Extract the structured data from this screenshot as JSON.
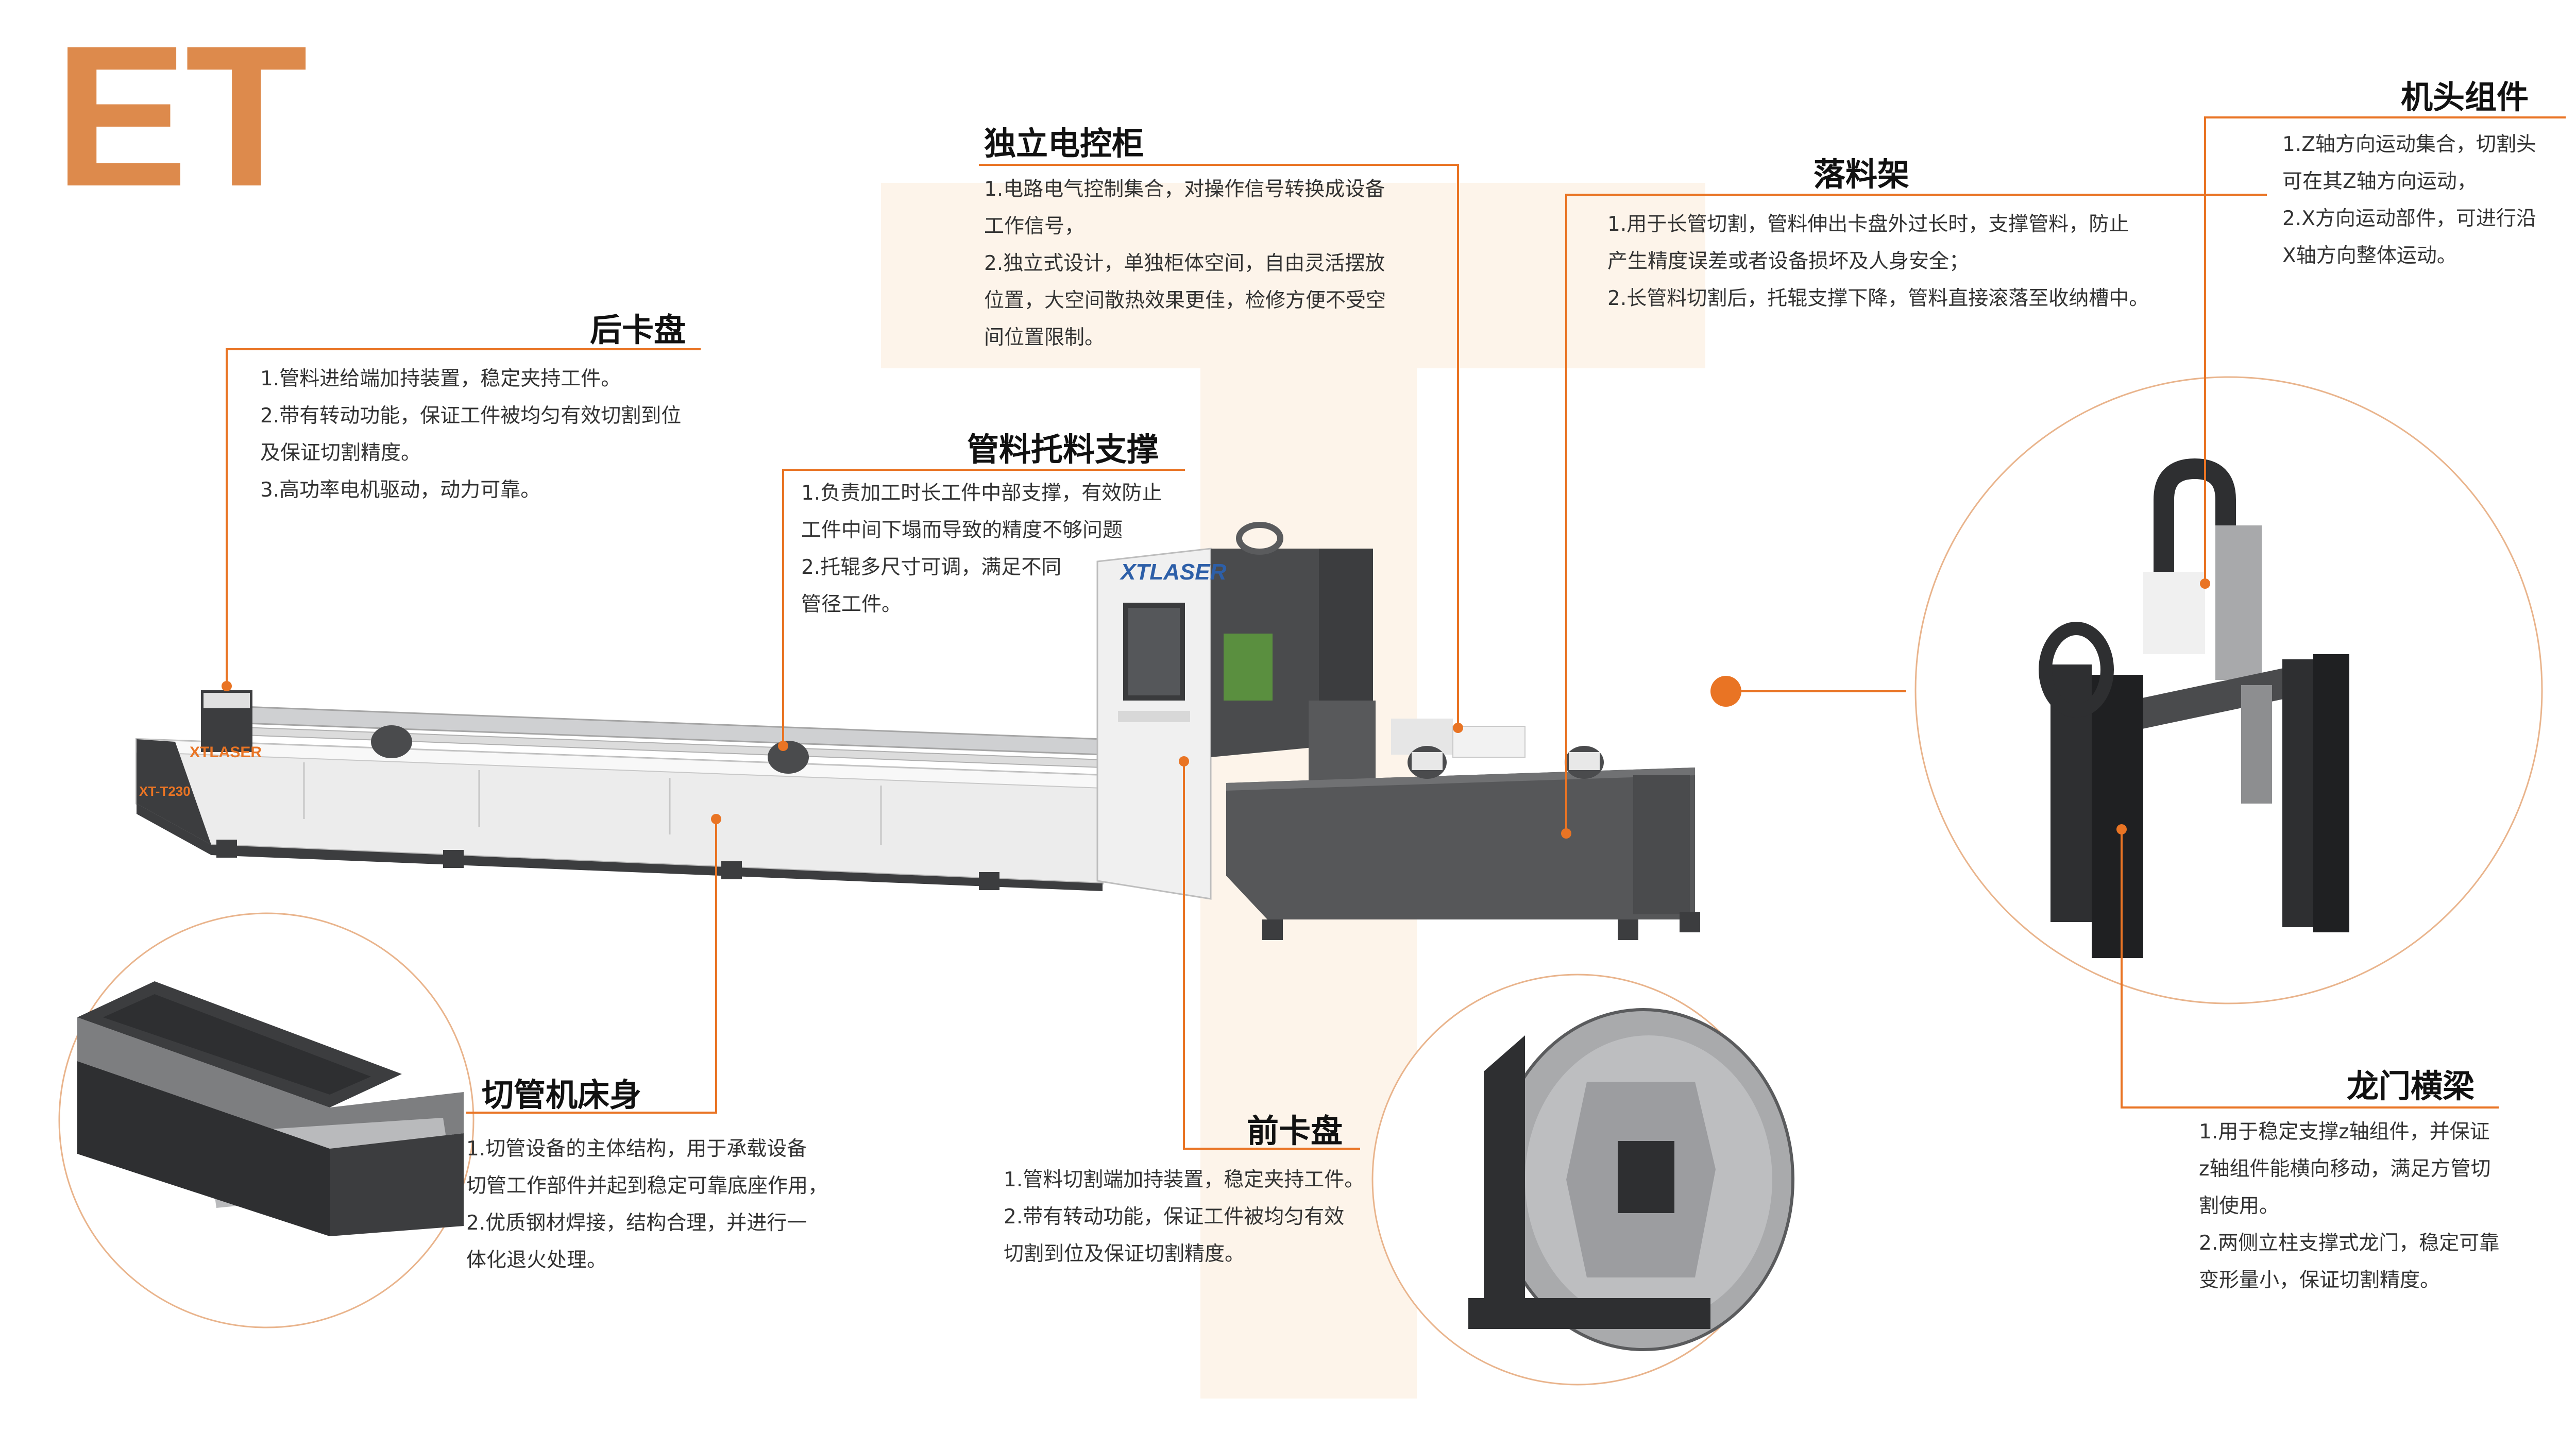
{
  "logo": "ET",
  "colors": {
    "accent": "#e97424",
    "logo": "#dd8a4c",
    "panel": "#fdf4ea",
    "machine_dark": "#4a4b4d",
    "machine_light": "#ececec"
  },
  "machine": {
    "brand": "XTLASER",
    "model": "XT-T230"
  },
  "callouts": {
    "rear_chuck": {
      "title": "后卡盘",
      "lines": [
        "1.管料进给端加持装置，稳定夹持工件。",
        "2.带有转动功能，保证工件被均匀有效切割到位",
        "及保证切割精度。",
        "3.高功率电机驱动，动力可靠。"
      ]
    },
    "cabinet": {
      "title": "独立电控柜",
      "lines": [
        "1.电路电气控制集合，对操作信号转换成设备",
        "工作信号，",
        "2.独立式设计，单独柜体空间，自由灵活摆放",
        "位置，大空间散热效果更佳，检修方便不受空",
        "间位置限制。"
      ]
    },
    "support": {
      "title": "管料托料支撑",
      "lines": [
        "1.负责加工时长工件中部支撑，有效防止",
        "工件中间下塌而导致的精度不够问题",
        "2.托辊多尺寸可调，满足不同",
        "管径工件。"
      ]
    },
    "unloading": {
      "title": "落料架",
      "lines": [
        "1.用于长管切割，管料伸出卡盘外过长时，支撑管料，防止",
        "产生精度误差或者设备损坏及人身安全；",
        "2.长管料切割后，托辊支撑下降，管料直接滚落至收纳槽中。"
      ]
    },
    "head": {
      "title": "机头组件",
      "lines": [
        "1.Z轴方向运动集合，切割头",
        "可在其Z轴方向运动，",
        "2.X方向运动部件，可进行沿",
        "X轴方向整体运动。"
      ]
    },
    "bed": {
      "title": "切管机床身",
      "lines": [
        "1.切管设备的主体结构，用于承载设备",
        "切管工作部件并起到稳定可靠底座作用，",
        "2.优质钢材焊接，结构合理，并进行一",
        "体化退火处理。"
      ]
    },
    "front_chuck": {
      "title": "前卡盘",
      "lines": [
        "1.管料切割端加持装置，稳定夹持工件。",
        "2.带有转动功能，保证工件被均匀有效",
        "切割到位及保证切割精度。"
      ]
    },
    "gantry": {
      "title": "龙门横梁",
      "lines": [
        "1.用于稳定支撑z轴组件，并保证",
        "z轴组件能横向移动，满足方管切",
        "割使用。",
        "2.两侧立柱支撑式龙门，稳定可靠",
        "变形量小，保证切割精度。"
      ]
    }
  }
}
